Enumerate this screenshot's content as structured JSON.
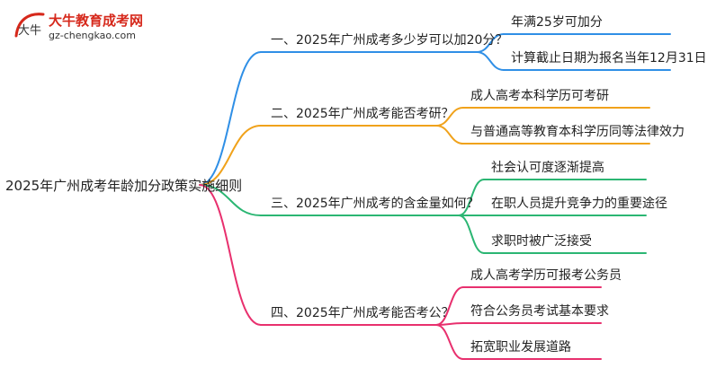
{
  "logo": {
    "title": "大牛教育成考网",
    "url": "gz-chengkao.com",
    "mark_text": "大牛",
    "brand_color": "#d6281b"
  },
  "mindmap": {
    "root": "2025年广州成考年龄加分政策实施细则",
    "branches": [
      {
        "label": "一、2025年广州成考多少岁可以加20分？",
        "color": "#2f8fe6",
        "children": [
          "年满25岁可加分",
          "计算截止日期为报名当年12月31日"
        ]
      },
      {
        "label": "二、2025年广州成考能否考研？",
        "color": "#f0a21b",
        "children": [
          "成人高考本科学历可考研",
          "与普通高等教育本科学历同等法律效力"
        ]
      },
      {
        "label": "三、2025年广州成考的含金量如何？",
        "color": "#2bb673",
        "children": [
          "社会认可度逐渐提高",
          "在职人员提升竞争力的重要途径",
          "求职时被广泛接受"
        ]
      },
      {
        "label": "四、2025年广州成考能否考公？",
        "color": "#e8306e",
        "children": [
          "成人高考学历可报考公务员",
          "符合公务员考试基本要求",
          "拓宽职业发展道路"
        ]
      }
    ]
  }
}
